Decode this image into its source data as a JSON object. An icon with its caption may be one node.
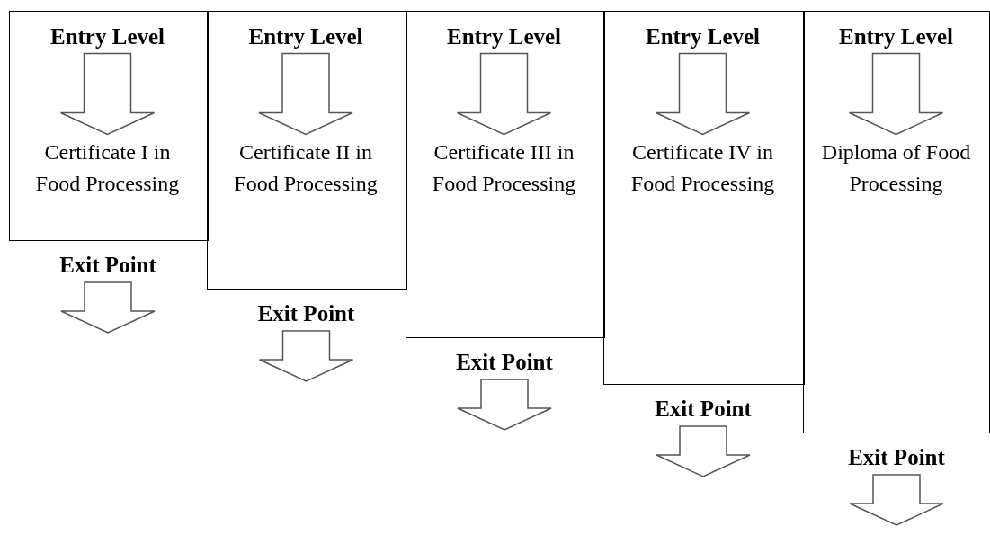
{
  "diagram": {
    "nodes": [
      {
        "text": [],
        "shape": "box"
      },
      {
        "text": [
          "Entry Level"
        ],
        "in": 0
      },
      {
        "text": [
          "Certificate I in Food Processing"
        ],
        "in": 0
      },
      {
        "text": [
          "Exit Point"
        ]
      },
      {
        "text": [],
        "shape": "box"
      },
      {
        "text": [
          "Entry Level"
        ],
        "in": 4
      },
      {
        "text": [
          "Certificate II in Food Processing"
        ],
        "in": 4
      },
      {
        "text": [
          "Exit Point"
        ]
      },
      {
        "text": [],
        "shape": "box"
      },
      {
        "text": [
          "Entry Level"
        ],
        "in": 8
      },
      {
        "text": [
          "Certificate III in Food Processing"
        ],
        "in": 8
      },
      {
        "text": [
          "Exit Point"
        ]
      },
      {
        "text": [],
        "shape": "box"
      },
      {
        "text": [
          "Entry Level"
        ],
        "in": 12
      },
      {
        "text": [
          "Certificate IV in Food Processing"
        ],
        "in": 12
      },
      {
        "text": [
          "Exit Point"
        ]
      },
      {
        "text": [],
        "shape": "box"
      },
      {
        "text": [
          "Entry Level"
        ],
        "in": 16
      },
      {
        "text": [
          "Diploma of Food Processing"
        ],
        "in": 16
      },
      {
        "text": [
          "Exit Point"
        ]
      }
    ],
    "edges": [
      {
        "from": 1,
        "to": 2,
        "arrow": "to"
      },
      {
        "from": 3,
        "to": null,
        "arrow": "to"
      },
      {
        "from": 5,
        "to": 6,
        "arrow": "to"
      },
      {
        "from": 7,
        "to": null,
        "arrow": "to"
      },
      {
        "from": 9,
        "to": 10,
        "arrow": "to"
      },
      {
        "from": 11,
        "to": null,
        "arrow": "to"
      },
      {
        "from": 13,
        "to": 14,
        "arrow": "to"
      },
      {
        "from": 15,
        "to": null,
        "arrow": "to"
      },
      {
        "from": 17,
        "to": 18,
        "arrow": "to"
      },
      {
        "from": 19,
        "to": null,
        "arrow": "to"
      }
    ]
  }
}
